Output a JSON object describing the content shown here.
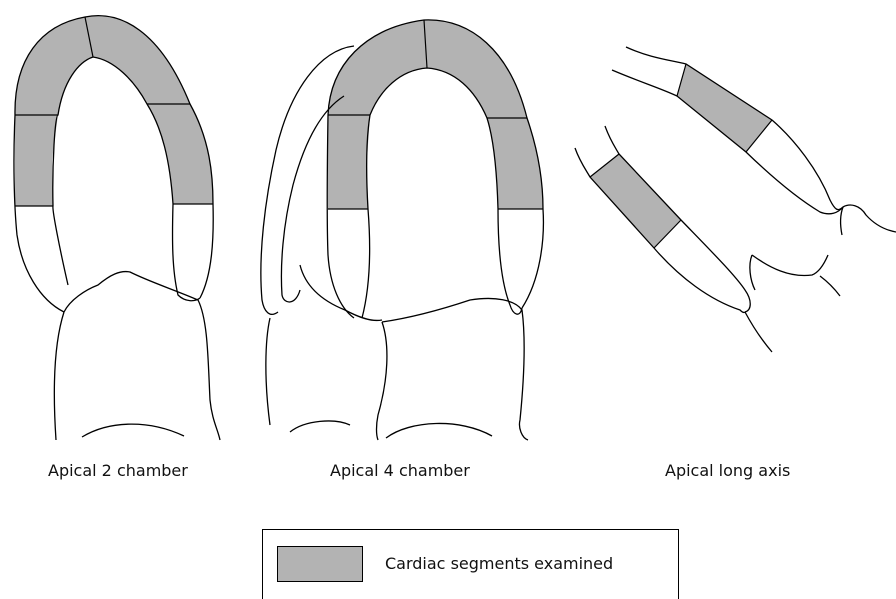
{
  "colors": {
    "segment_fill": "#b3b3b3",
    "line": "#000000",
    "background": "#ffffff"
  },
  "views": [
    {
      "caption": "Apical 2 chamber"
    },
    {
      "caption": "Apical 4 chamber"
    },
    {
      "caption": "Apical long axis"
    }
  ],
  "legend": {
    "label": "Cardiac segments examined"
  }
}
